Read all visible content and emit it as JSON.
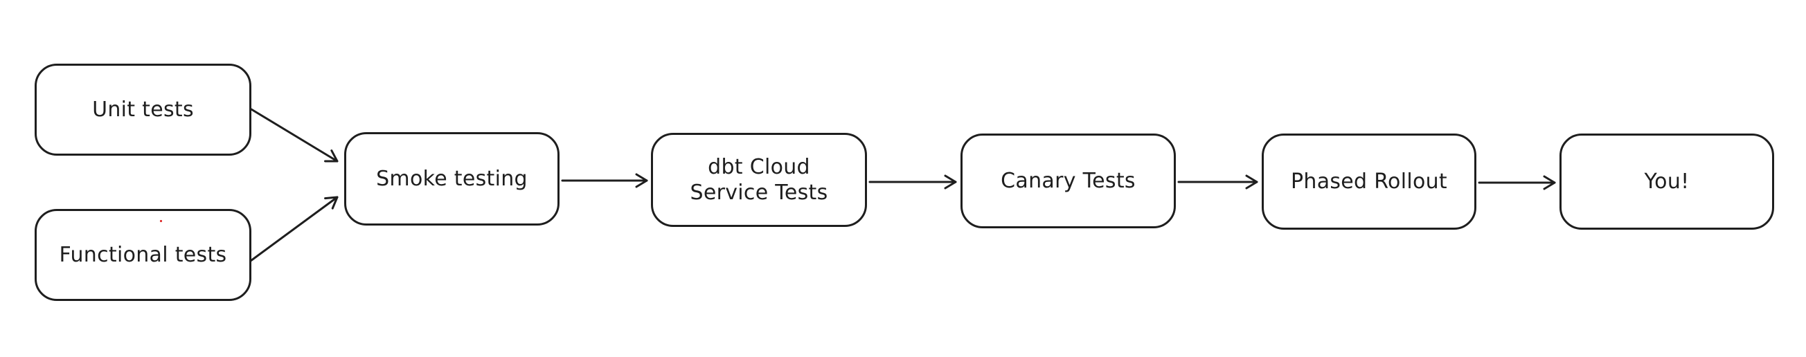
{
  "diagram": {
    "background_color": "#ffffff",
    "stroke_color": "#1e1e1e",
    "node_fill_color": "#ffffff",
    "artifact_dot_color": "#e03d3d",
    "nodes": [
      {
        "id": "unit-tests",
        "label": "Unit tests"
      },
      {
        "id": "functional-tests",
        "label": "Functional tests"
      },
      {
        "id": "smoke-testing",
        "label": "Smoke testing"
      },
      {
        "id": "dbt-cloud-service-tests",
        "label": "dbt Cloud\nService Tests"
      },
      {
        "id": "canary-tests",
        "label": "Canary Tests"
      },
      {
        "id": "phased-rollout",
        "label": "Phased Rollout"
      },
      {
        "id": "you",
        "label": "You!"
      }
    ],
    "edges": [
      {
        "from": "unit-tests",
        "to": "smoke-testing"
      },
      {
        "from": "functional-tests",
        "to": "smoke-testing"
      },
      {
        "from": "smoke-testing",
        "to": "dbt-cloud-service-tests"
      },
      {
        "from": "dbt-cloud-service-tests",
        "to": "canary-tests"
      },
      {
        "from": "canary-tests",
        "to": "phased-rollout"
      },
      {
        "from": "phased-rollout",
        "to": "you"
      }
    ]
  }
}
